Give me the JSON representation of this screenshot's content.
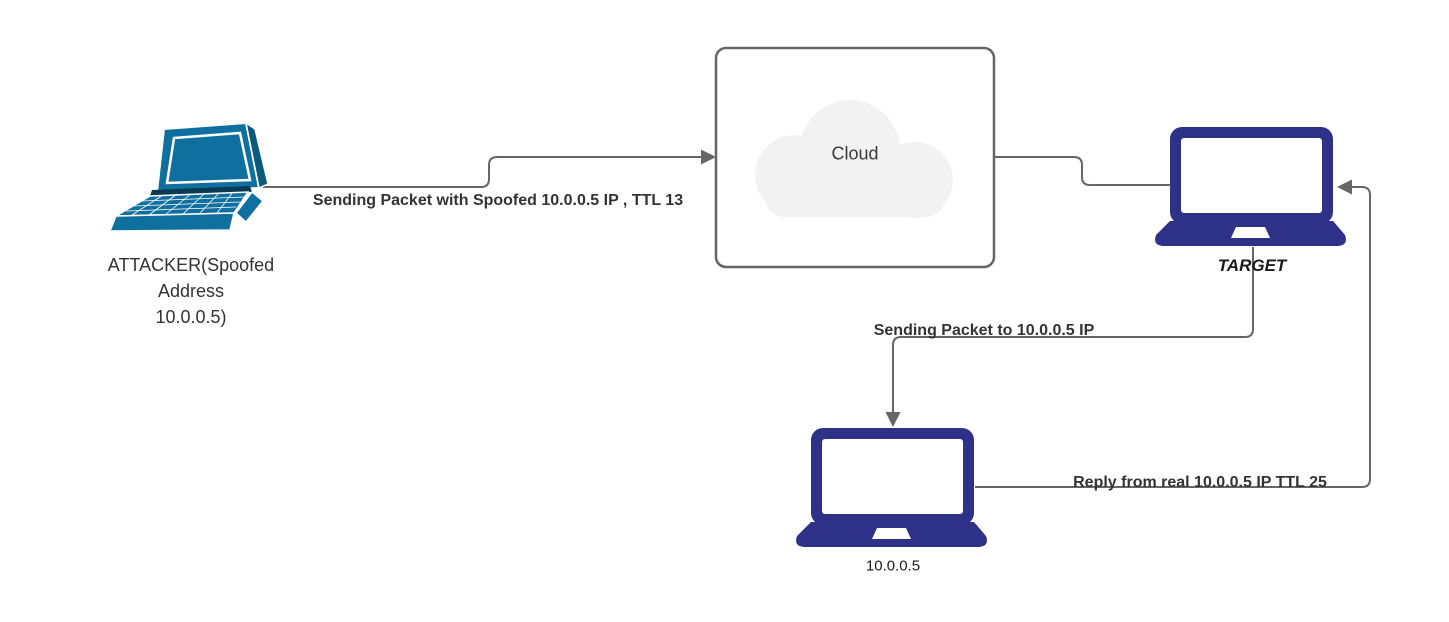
{
  "diagram": {
    "title": "IP spoofing network diagram",
    "nodes": {
      "attacker": {
        "label": "ATTACKER(Spoofed\nAddress\n10.0.0.5)"
      },
      "cloud": {
        "label": "Cloud"
      },
      "target": {
        "label": "TARGET"
      },
      "real_host": {
        "label": "10.0.0.5"
      }
    },
    "edges": {
      "attacker_to_cloud": {
        "label": "Sending Packet with Spoofed 10.0.0.5 IP , TTL 13"
      },
      "cloud_to_target": {
        "label": ""
      },
      "target_to_real_host": {
        "label": "Sending Packet to 10.0.0.5 IP"
      },
      "real_host_to_target": {
        "label": "Reply from real 10.0.0.5 IP TTL 25"
      }
    },
    "icons": {
      "attacker": "laptop-perspective-icon",
      "target": "laptop-front-icon",
      "real_host": "laptop-front-icon",
      "cloud": "cloud-icon"
    },
    "colors": {
      "attacker_laptop": "#0f70a0",
      "attacker_laptop_dark": "#0a5a7d",
      "navy_laptop": "#2d3187",
      "connector": "#666666",
      "cloud_fill": "#f2f2f2",
      "cloud_box_border": "#666666",
      "label_text": "#333333"
    }
  }
}
